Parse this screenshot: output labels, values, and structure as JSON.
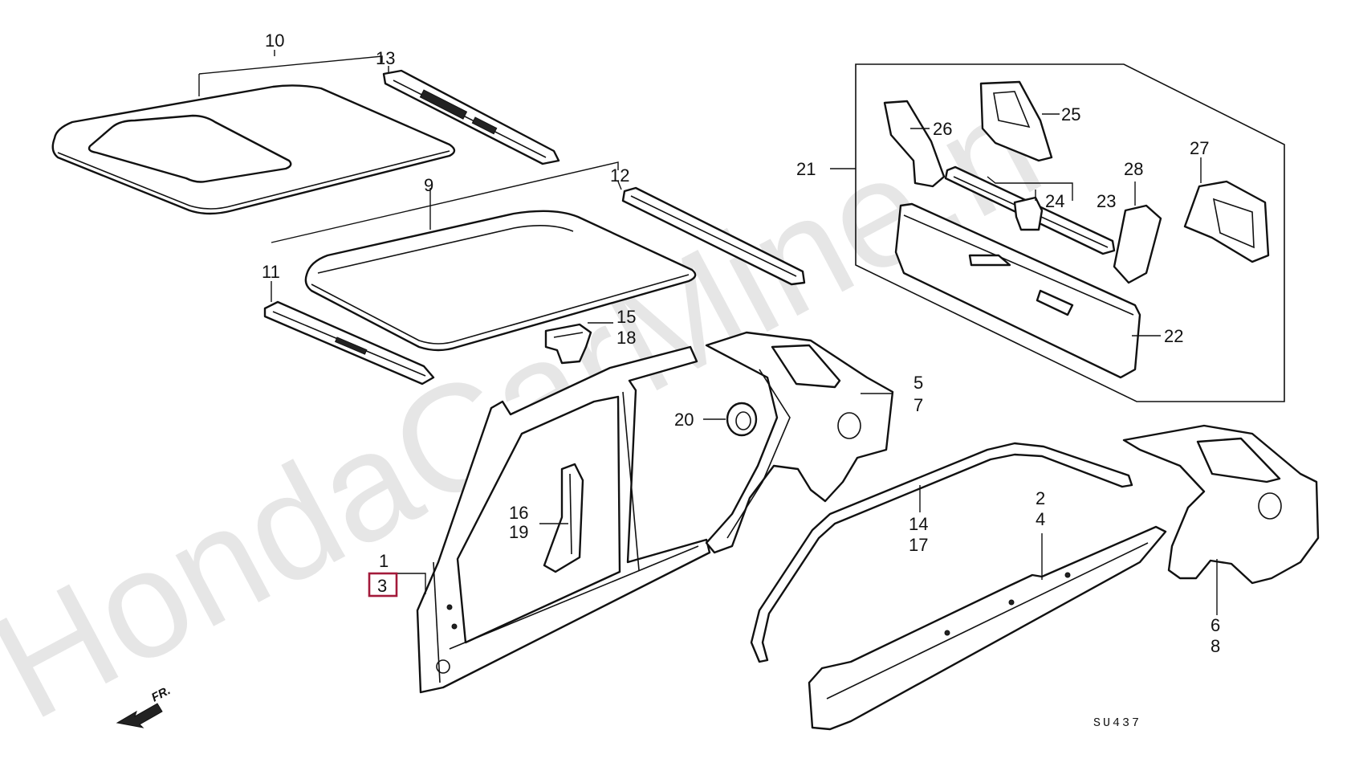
{
  "watermark": "HondaCarMine.n",
  "diagram_code": "SU437",
  "front_indicator": "FR.",
  "colors": {
    "line": "#111111",
    "highlight": "#a31a3a",
    "watermark": "#e6e6e6"
  },
  "callouts": {
    "c1": "1",
    "c2": "2",
    "c3": "3",
    "c4": "4",
    "c5": "5",
    "c6": "6",
    "c7": "7",
    "c8": "8",
    "c9": "9",
    "c10": "10",
    "c11": "11",
    "c12": "12",
    "c13": "13",
    "c14": "14",
    "c15": "15",
    "c16": "16",
    "c17": "17",
    "c18": "18",
    "c19": "19",
    "c20": "20",
    "c21": "21",
    "c22": "22",
    "c23": "23",
    "c24": "24",
    "c25": "25",
    "c26": "26",
    "c27": "27",
    "c28": "28"
  },
  "highlighted_callout": "3"
}
